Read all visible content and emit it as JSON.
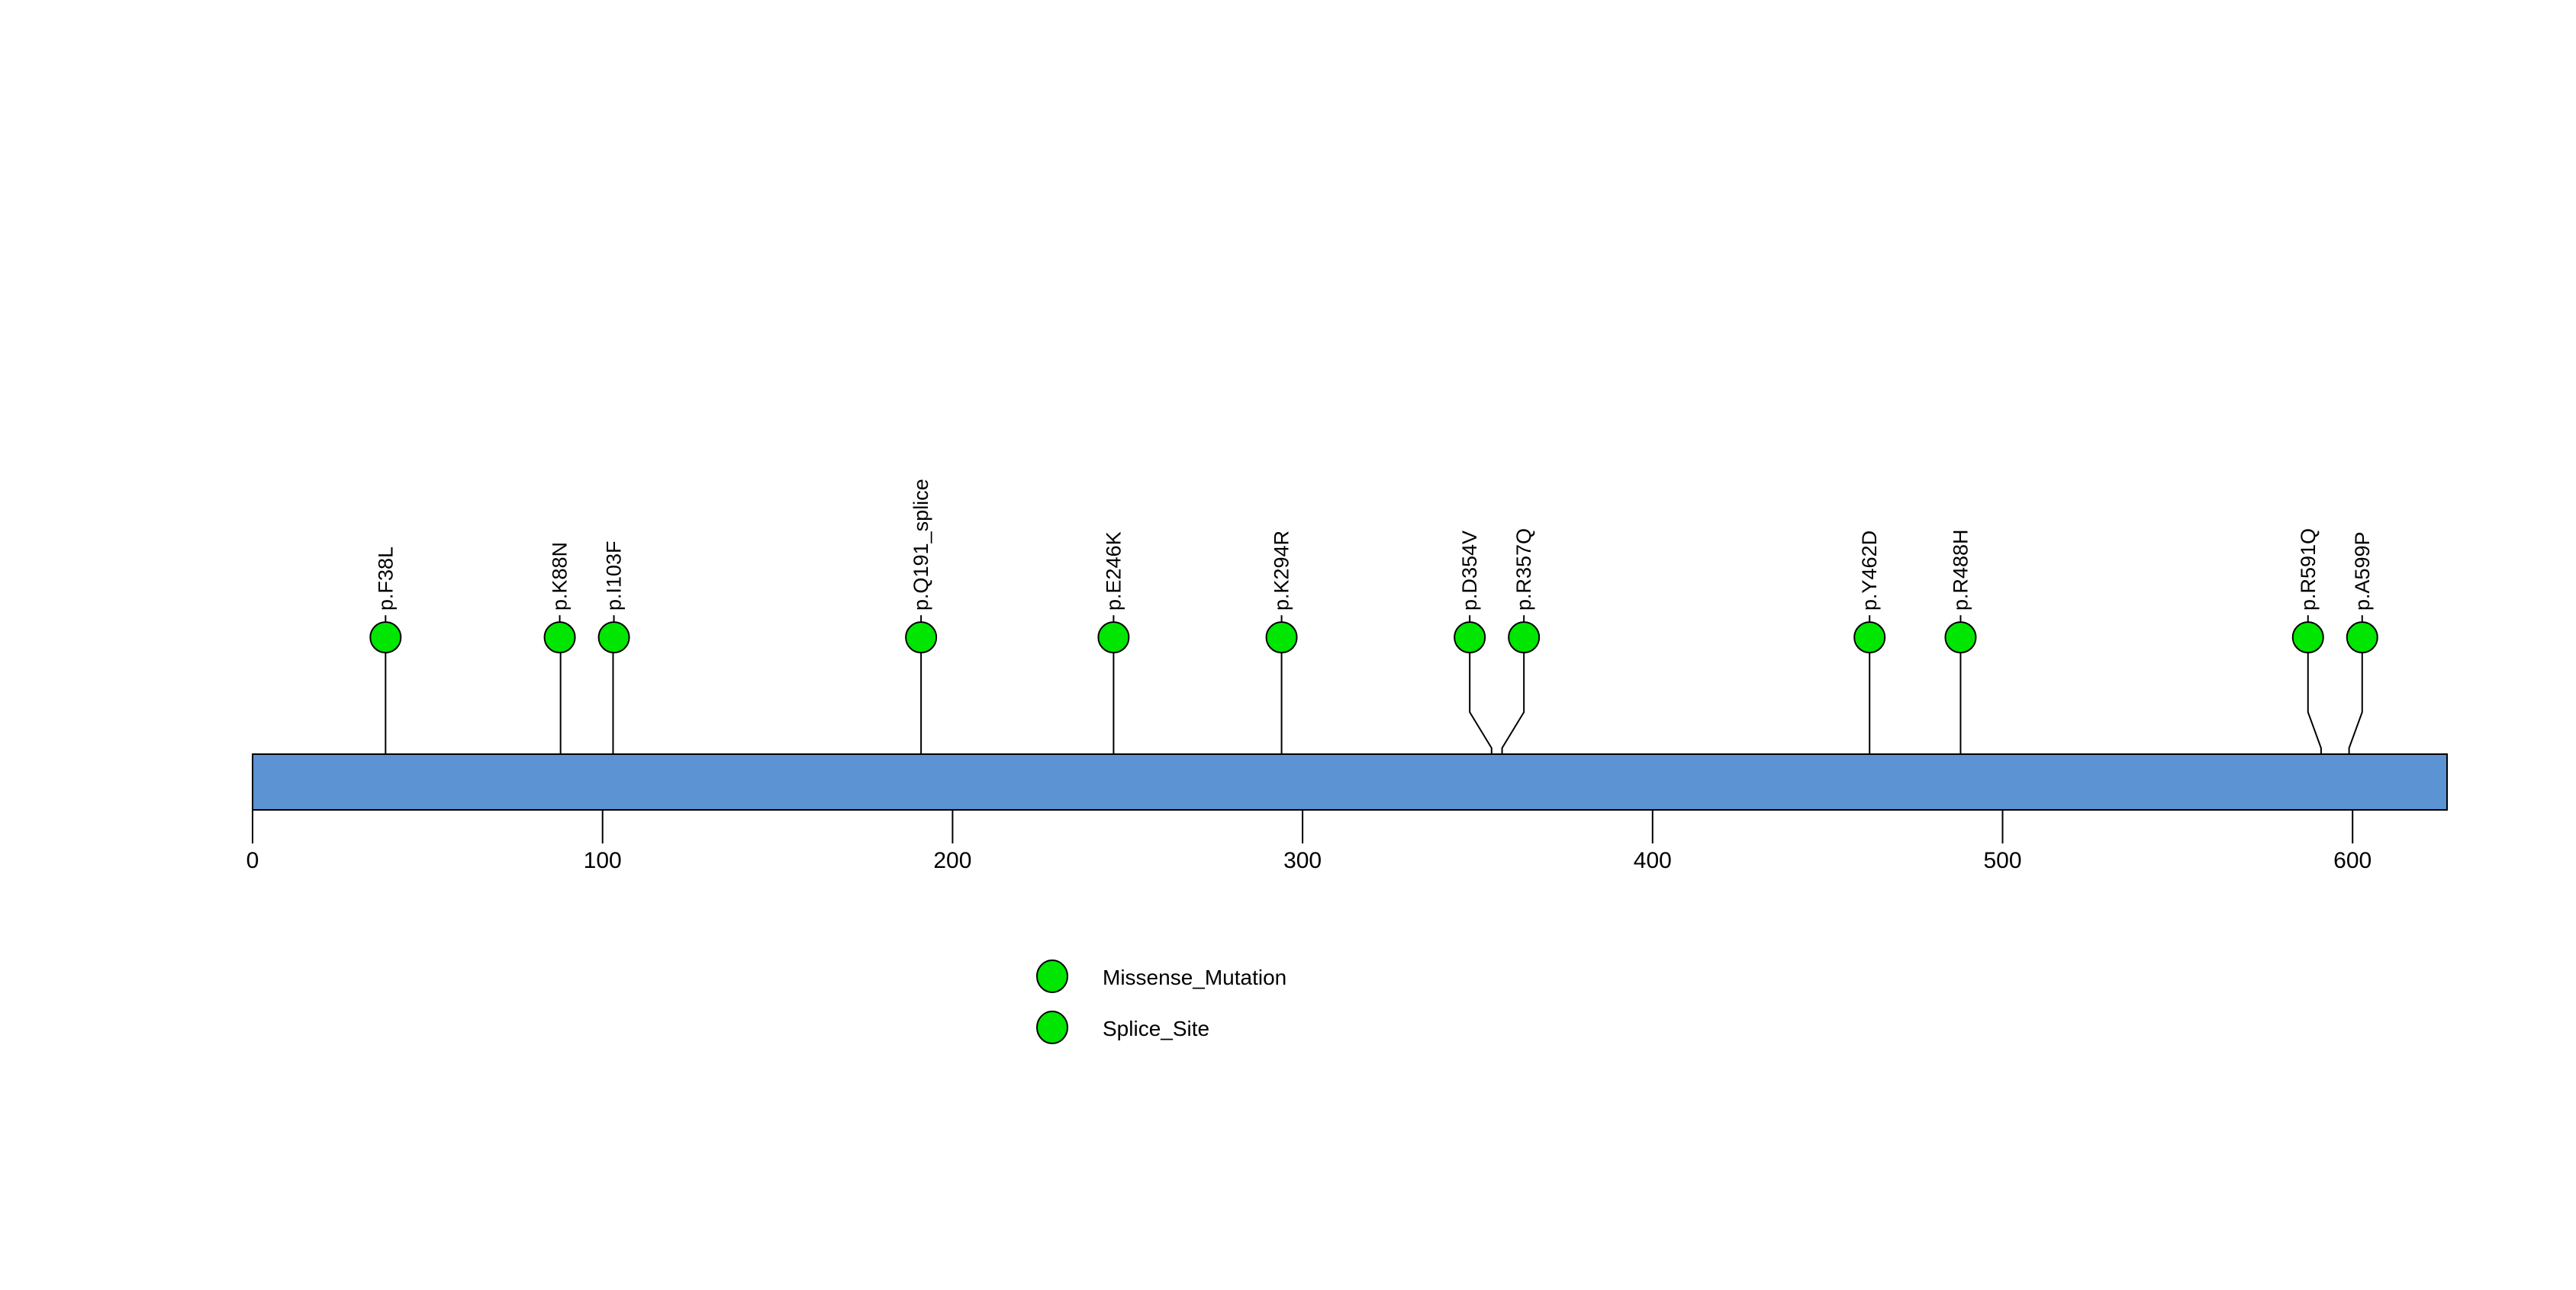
{
  "chart_data": {
    "type": "scatter",
    "plot_kind": "lollipop-protein-domain",
    "title": "",
    "xlabel": "",
    "ylabel": "",
    "xlim": [
      0,
      627
    ],
    "grid": false,
    "protein": {
      "length": 627,
      "bar_color": "#5B93D3",
      "bar_border": "#000000"
    },
    "axis": {
      "ticks": [
        0,
        100,
        200,
        300,
        400,
        500,
        600
      ],
      "tick_labels": [
        "0",
        "100",
        "200",
        "300",
        "400",
        "500",
        "600"
      ]
    },
    "marker_color": "#00E600",
    "marker_border": "#000000",
    "mutations": [
      {
        "label": "p.F38L",
        "position": 38,
        "type": "Missense_Mutation",
        "count": 1
      },
      {
        "label": "p.K88N",
        "position": 88,
        "type": "Missense_Mutation",
        "count": 1
      },
      {
        "label": "p.I103F",
        "position": 103,
        "type": "Missense_Mutation",
        "count": 1
      },
      {
        "label": "p.Q191_splice",
        "position": 191,
        "type": "Splice_Site",
        "count": 1
      },
      {
        "label": "p.E246K",
        "position": 246,
        "type": "Missense_Mutation",
        "count": 1
      },
      {
        "label": "p.K294R",
        "position": 294,
        "type": "Missense_Mutation",
        "count": 1
      },
      {
        "label": "p.D354V",
        "position": 354,
        "type": "Missense_Mutation",
        "count": 1
      },
      {
        "label": "p.R357Q",
        "position": 357,
        "type": "Missense_Mutation",
        "count": 1
      },
      {
        "label": "p.Y462D",
        "position": 462,
        "type": "Missense_Mutation",
        "count": 1
      },
      {
        "label": "p.R488H",
        "position": 488,
        "type": "Missense_Mutation",
        "count": 1
      },
      {
        "label": "p.R591Q",
        "position": 591,
        "type": "Missense_Mutation",
        "count": 1
      },
      {
        "label": "p.A599P",
        "position": 599,
        "type": "Missense_Mutation",
        "count": 1
      }
    ],
    "legend": {
      "position": "bottom-center",
      "entries": [
        {
          "label": "Missense_Mutation",
          "color": "#00E600"
        },
        {
          "label": "Splice_Site",
          "color": "#00E600"
        }
      ]
    }
  }
}
